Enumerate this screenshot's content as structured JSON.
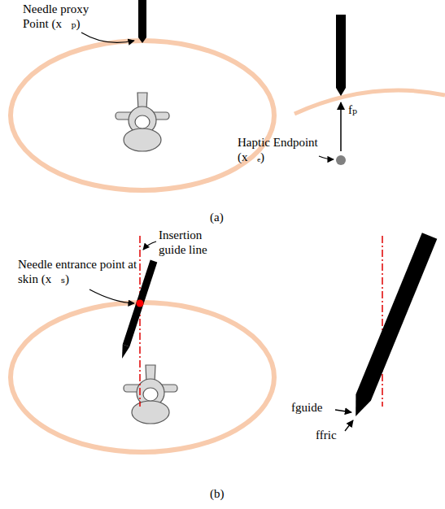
{
  "diagram": {
    "labels": [
      "Needle proxy Point (x⃗ₚ)",
      "fₚ",
      "Haptic Endpoint (x⃗ₑ)",
      "(a)",
      "Insertion guide line",
      "Needle entrance point at skin (x⃗ₛ)",
      "fguide",
      "ffric",
      "(b)"
    ]
  }
}
